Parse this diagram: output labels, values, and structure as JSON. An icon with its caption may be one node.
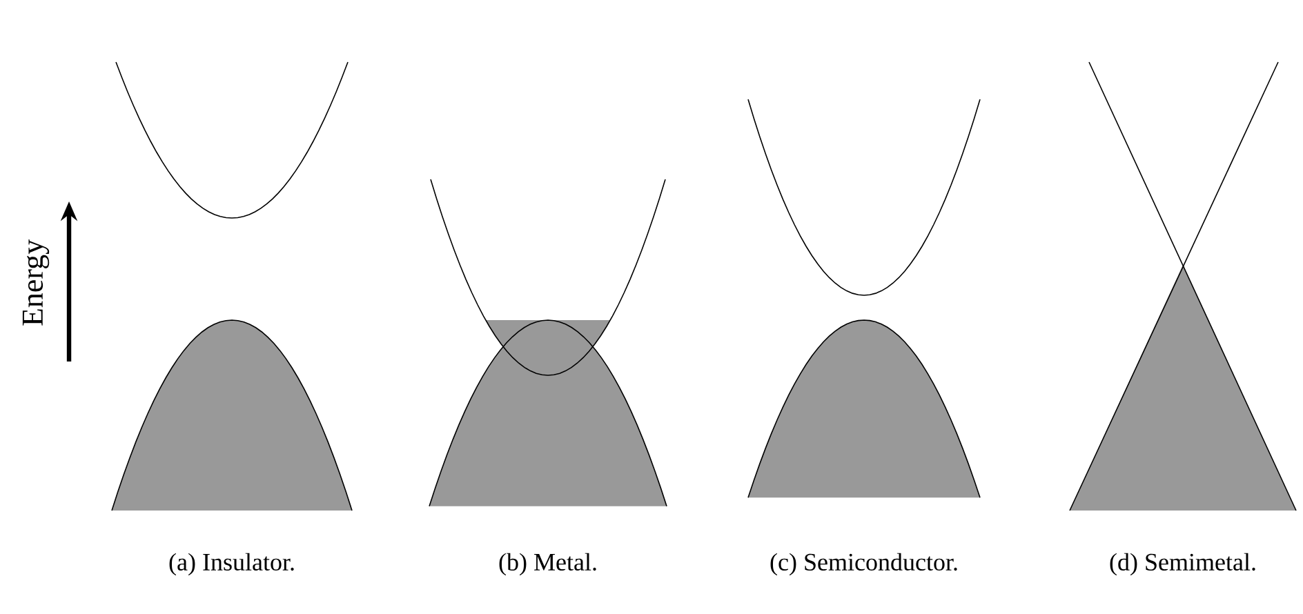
{
  "diagram": {
    "labels": [
      "Energy",
      "(a) Insulator.",
      "(b) Metal.",
      "(c) Semiconductor.",
      "(d) Semimetal."
    ]
  }
}
